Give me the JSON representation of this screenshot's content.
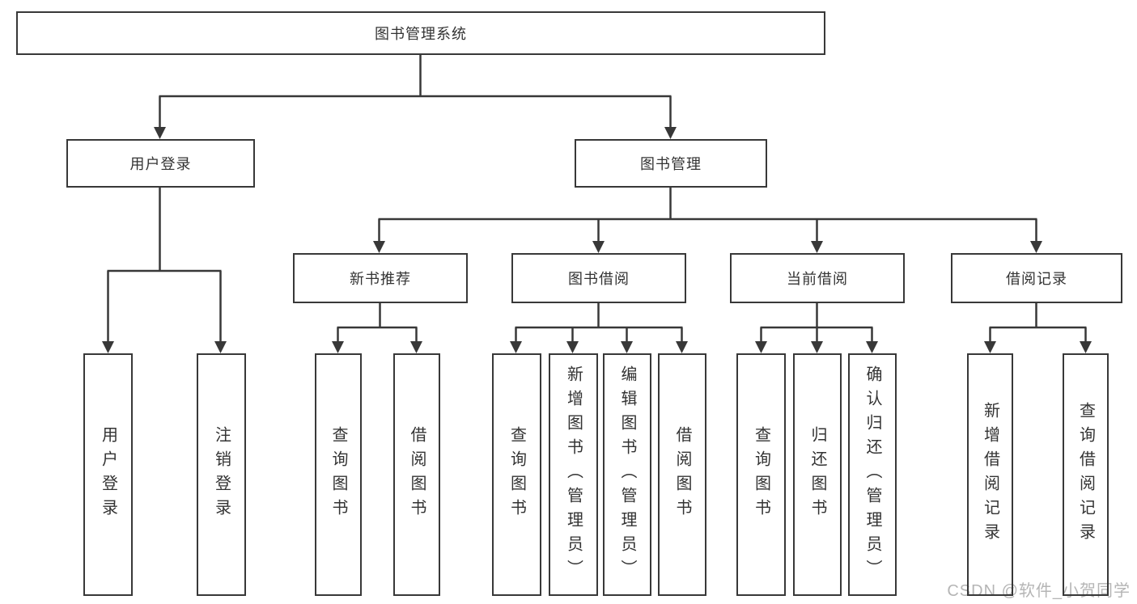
{
  "colors": {
    "line": "#383838",
    "box_border": "#383838",
    "text": "#333333",
    "watermark": "#b5b5b5",
    "background": "#ffffff"
  },
  "tree": {
    "root": {
      "label": "图书管理系统"
    },
    "level2": [
      {
        "label": "用户登录"
      },
      {
        "label": "图书管理"
      }
    ],
    "level3": [
      {
        "label": "新书推荐"
      },
      {
        "label": "图书借阅"
      },
      {
        "label": "当前借阅"
      },
      {
        "label": "借阅记录"
      }
    ],
    "leaves": {
      "user_login": [
        {
          "label": "用户登录"
        },
        {
          "label": "注销登录"
        }
      ],
      "new_book": [
        {
          "label": "查询图书"
        },
        {
          "label": "借阅图书"
        }
      ],
      "borrow": [
        {
          "label": "查询图书"
        },
        {
          "label": "新增图书（管理员）"
        },
        {
          "label": "编辑图书（管理员）"
        },
        {
          "label": "借阅图书"
        }
      ],
      "current": [
        {
          "label": "查询图书"
        },
        {
          "label": "归还图书"
        },
        {
          "label": "确认归还（管理员）"
        }
      ],
      "record": [
        {
          "label": "新增借阅记录"
        },
        {
          "label": "查询借阅记录"
        }
      ]
    }
  },
  "watermark": {
    "text": "CSDN @软件_小贺同学"
  }
}
